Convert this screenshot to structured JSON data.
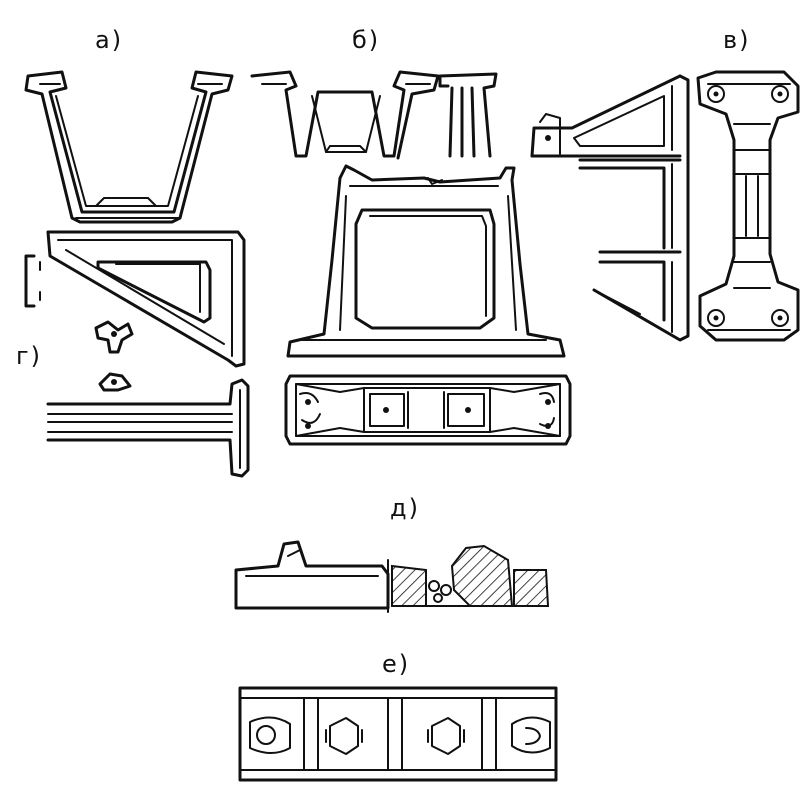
{
  "figure": {
    "labels": {
      "a": "а)",
      "b": "б)",
      "v": "в)",
      "g": "г)",
      "d": "д)",
      "e": "е)"
    }
  },
  "colors": {
    "ink": "#111111",
    "paper": "#ffffff"
  }
}
